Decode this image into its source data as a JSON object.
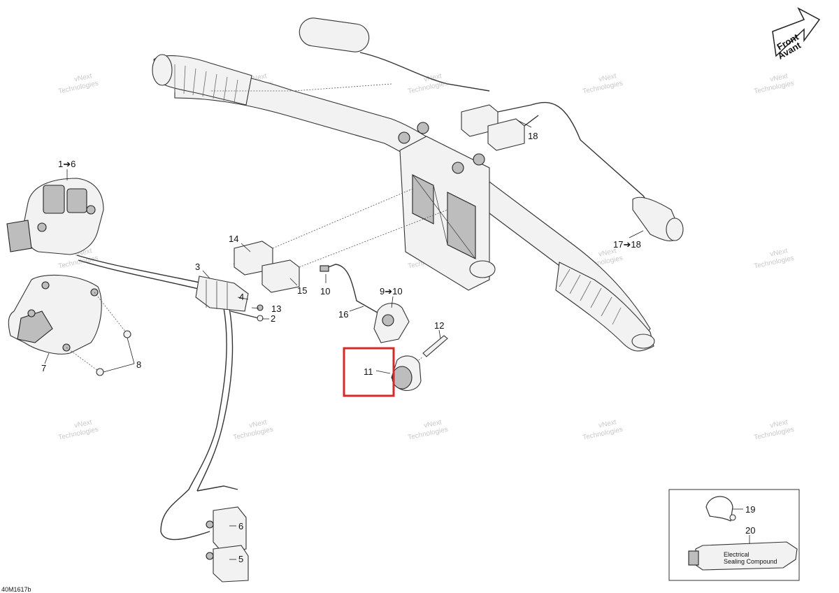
{
  "diagram": {
    "ref_code": "40M1617b",
    "front_label_line1": "Front",
    "front_label_line2": "Avant",
    "watermark_line1": "vNext",
    "watermark_line2": "Technologies",
    "tube_label_line1": "Electrical",
    "tube_label_line2": "Sealing Compound",
    "highlight_color": "#d42a2a",
    "callouts": [
      {
        "id": "c-1-6",
        "text": "1➔6"
      },
      {
        "id": "c-14",
        "text": "14"
      },
      {
        "id": "c-3",
        "text": "3"
      },
      {
        "id": "c-15",
        "text": "15"
      },
      {
        "id": "c-10",
        "text": "10"
      },
      {
        "id": "c-9-10",
        "text": "9➔10"
      },
      {
        "id": "c-16",
        "text": "16"
      },
      {
        "id": "c-4",
        "text": "4"
      },
      {
        "id": "c-13",
        "text": "13"
      },
      {
        "id": "c-2",
        "text": "2"
      },
      {
        "id": "c-12",
        "text": "12"
      },
      {
        "id": "c-7",
        "text": "7"
      },
      {
        "id": "c-8",
        "text": "8"
      },
      {
        "id": "c-11",
        "text": "11"
      },
      {
        "id": "c-18",
        "text": "18"
      },
      {
        "id": "c-17-18",
        "text": "17➔18"
      },
      {
        "id": "c-6",
        "text": "6"
      },
      {
        "id": "c-5",
        "text": "5"
      },
      {
        "id": "c-19",
        "text": "19"
      },
      {
        "id": "c-20",
        "text": "20"
      }
    ]
  }
}
